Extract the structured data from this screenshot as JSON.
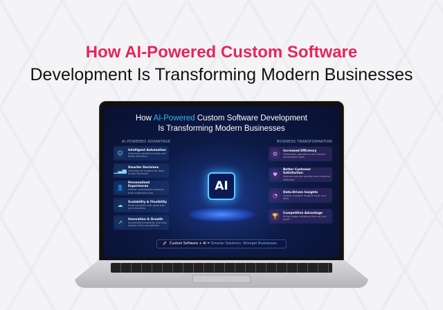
{
  "headline": {
    "line1": "How AI-Powered Custom Software",
    "line2": "Development Is Transforming Modern Businesses"
  },
  "screen": {
    "title_pre": "How ",
    "title_accent": "AI-Powered",
    "title_post": " Custom Software Development",
    "title_line2": "Is Transforming Modern Businesses",
    "left_heading": "AI-POWERED ADVANTAGE",
    "left": [
      {
        "icon": "robot-icon",
        "glyph": "☺",
        "title": "Intelligent Automation",
        "desc": "Automate repetitive tasks and boost efficiency"
      },
      {
        "icon": "bar-chart-icon",
        "glyph": "▁▃▅",
        "title": "Smarter Decisions",
        "desc": "Leverage AI insights for data-driven decisions"
      },
      {
        "icon": "user-icon",
        "glyph": "👤",
        "title": "Personalized Experiences",
        "desc": "Deliver customized solutions that customers love"
      },
      {
        "icon": "cloud-icon",
        "glyph": "☁",
        "title": "Scalability & Flexibility",
        "desc": "Build solutions that grow with your business"
      },
      {
        "icon": "growth-icon",
        "glyph": "↗",
        "title": "Innovation & Growth",
        "desc": "Accelerate innovation and stay ahead of the competition"
      }
    ],
    "chip_label": "AI",
    "right_heading": "BUSINESS TRANSFORMATION",
    "right": [
      {
        "icon": "gear-icon",
        "glyph": "⚙",
        "title": "Increased Efficiency",
        "desc": "Streamline operations and reduce operational costs"
      },
      {
        "icon": "heart-icon",
        "glyph": "♥",
        "title": "Better Customer Satisfaction",
        "desc": "Improve service quality and customer retention"
      },
      {
        "icon": "pie-chart-icon",
        "glyph": "◔",
        "title": "Data-Driven Insights",
        "desc": "Unlock valuable insights from your data"
      },
      {
        "icon": "trophy-icon",
        "glyph": "🏆",
        "title": "Competitive Advantage",
        "desc": "Build unique solutions that set you apart"
      }
    ],
    "tagline_a": "Custom Software + AI = ",
    "tagline_b": "Smarter Solutions. Stronger Businesses."
  },
  "colors": {
    "headline_accent": "#e8245c",
    "screen_accent": "#38b6f5"
  }
}
